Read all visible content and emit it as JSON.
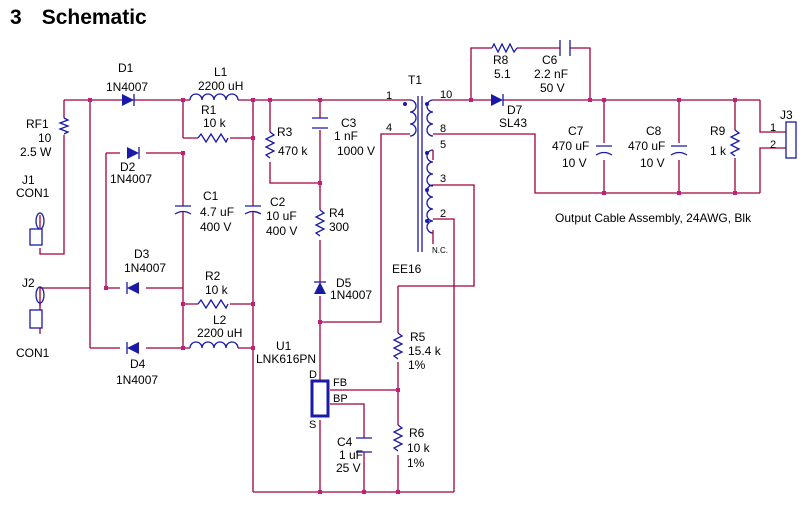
{
  "section": {
    "number": "3",
    "title": "Schematic"
  },
  "components": {
    "RF1": {
      "ref": "RF1",
      "value": "10",
      "rating": "2.5 W"
    },
    "J1": {
      "ref": "J1",
      "type": "CON1"
    },
    "J2": {
      "ref": "J2",
      "type": "CON1"
    },
    "D1": {
      "ref": "D1",
      "part": "1N4007"
    },
    "D2": {
      "ref": "D2",
      "part": "1N4007"
    },
    "D3": {
      "ref": "D3",
      "part": "1N4007"
    },
    "D4": {
      "ref": "D4",
      "part": "1N4007"
    },
    "L1": {
      "ref": "L1",
      "value": "2200 uH"
    },
    "R1": {
      "ref": "R1",
      "value": "10 k"
    },
    "C1": {
      "ref": "C1",
      "value": "4.7 uF",
      "rating": "400 V"
    },
    "R2": {
      "ref": "R2",
      "value": "10 k"
    },
    "L2": {
      "ref": "L2",
      "value": "2200 uH"
    },
    "C2": {
      "ref": "C2",
      "value": "10 uF",
      "rating": "400 V"
    },
    "R3": {
      "ref": "R3",
      "value": "470 k"
    },
    "C3": {
      "ref": "C3",
      "value": "1 nF",
      "rating": "1000 V"
    },
    "R4": {
      "ref": "R4",
      "value": "300"
    },
    "D5": {
      "ref": "D5",
      "part": "1N4007"
    },
    "U1": {
      "ref": "U1",
      "part": "LNK616PN",
      "pin_d": "D",
      "pin_s": "S",
      "pin_fb": "FB",
      "pin_bp": "BP"
    },
    "T1": {
      "ref": "T1",
      "core": "EE16",
      "pins": [
        "1",
        "4",
        "10",
        "8",
        "5",
        "3",
        "2"
      ],
      "nc": "N.C."
    },
    "R5": {
      "ref": "R5",
      "value": "15.4 k",
      "tol": "1%"
    },
    "R6": {
      "ref": "R6",
      "value": "10 k",
      "tol": "1%"
    },
    "C4": {
      "ref": "C4",
      "value": "1 uF",
      "rating": "25 V"
    },
    "R8": {
      "ref": "R8",
      "value": "5.1"
    },
    "C6": {
      "ref": "C6",
      "value": "2.2 nF",
      "rating": "50 V"
    },
    "D7": {
      "ref": "D7",
      "part": "SL43"
    },
    "C7": {
      "ref": "C7",
      "value": "470  uF",
      "rating": "10 V"
    },
    "C8": {
      "ref": "C8",
      "value": "470  uF",
      "rating": "10 V"
    },
    "R9": {
      "ref": "R9",
      "value": "1 k"
    },
    "J3": {
      "ref": "J3",
      "pins": [
        "1",
        "2"
      ]
    }
  },
  "output_cable": "Output Cable Assembly, 24AWG, Blk",
  "colors": {
    "wire": "#a0003c",
    "component": "#1a1aa8",
    "junction": "#c0207a"
  }
}
